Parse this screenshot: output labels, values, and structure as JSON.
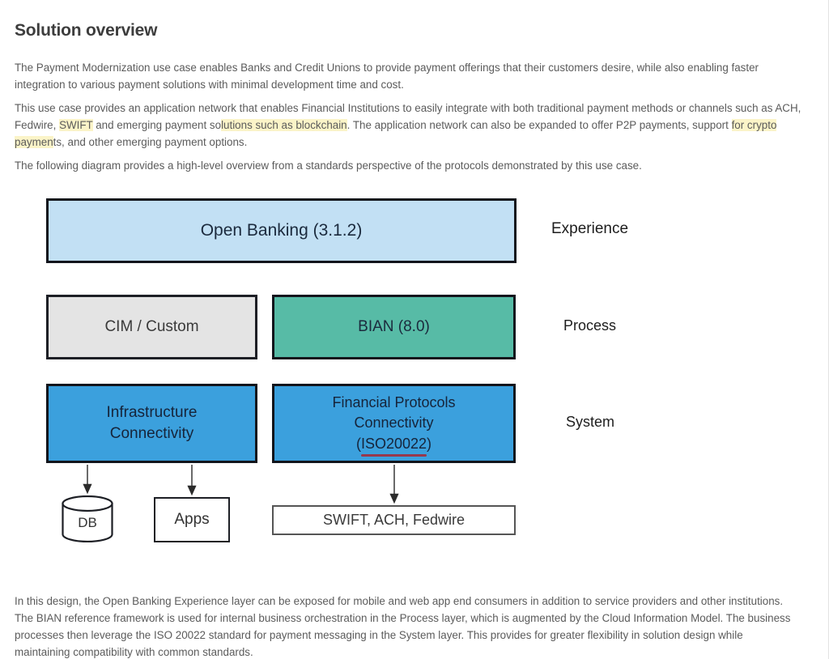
{
  "page": {
    "title": "Solution overview"
  },
  "paragraphs": {
    "p1": "The Payment Modernization use case enables Banks and Credit Unions to provide payment offerings that their customers desire, while also enabling faster integration to various payment solutions with minimal development time and cost.",
    "p2_part1": "This use case provides an application network that enables Financial Institutions to easily integrate with both traditional payment methods or channels such as ACH, Fedwire, ",
    "p2_highlight1": "SWIFT",
    "p2_part2": " and emerging payment so",
    "p2_highlight2": "lutions such as blockchain",
    "p2_part3": ". The application network can also be expanded to offer P2P payments, support ",
    "p2_highlight3": "for crypto paymen",
    "p2_part4": "ts, and other emerging payment options.",
    "p3": "The following diagram provides a high-level overview from a standards perspective of the protocols demonstrated by this use case.",
    "p4": "In this design, the Open Banking Experience layer can be exposed for mobile and web app end consumers in addition to service providers and other institutions. The BIAN reference framework is used for internal business orchestration in the Process layer, which is augmented by the Cloud Information Model. The business processes then leverage the ISO 20022 standard for payment messaging in the System layer. This provides for greater flexibility in solution design while maintaining compatibility with common standards."
  },
  "diagram": {
    "type": "layered-architecture",
    "layers": [
      {
        "name": "Experience",
        "label": "Experience"
      },
      {
        "name": "Process",
        "label": "Process"
      },
      {
        "name": "System",
        "label": "System"
      }
    ],
    "nodes": {
      "open_banking": {
        "label": "Open Banking  (3.1.2)",
        "layer": "Experience",
        "fill": "#c2e0f4"
      },
      "cim_custom": {
        "label": "CIM / Custom",
        "layer": "Process",
        "fill": "#e4e4e4"
      },
      "bian": {
        "label": "BIAN (8.0)",
        "layer": "Process",
        "fill": "#57bba6"
      },
      "infrastructure_connectivity": {
        "line1": "Infrastructure",
        "line2": "Connectivity",
        "layer": "System",
        "fill": "#3ba0dd"
      },
      "financial_protocols": {
        "line1": "Financial Protocols",
        "line2": "Connectivity",
        "line3": "(ISO20022)",
        "layer": "System",
        "fill": "#3ba0dd"
      },
      "db": {
        "label": "DB",
        "shape": "cylinder",
        "fill": "#ffffff"
      },
      "apps": {
        "label": "Apps",
        "shape": "rectangle",
        "fill": "#ffffff"
      },
      "protocols": {
        "label": "SWIFT, ACH, Fedwire",
        "shape": "rectangle",
        "fill": "#ffffff"
      }
    },
    "edges": [
      {
        "from": "infrastructure_connectivity",
        "to": "db"
      },
      {
        "from": "infrastructure_connectivity",
        "to": "apps"
      },
      {
        "from": "financial_protocols",
        "to": "protocols"
      }
    ],
    "annotations": {
      "iso_underline_color": "#97384c"
    }
  },
  "colors": {
    "highlight": "#fbf4c8",
    "experience_fill": "#c2e0f4",
    "process_gray_fill": "#e4e4e4",
    "process_teal_fill": "#57bba6",
    "system_blue_fill": "#3ba0dd",
    "border": "#12151c",
    "text": "#5b5b5b",
    "heading": "#3d3d3d"
  }
}
